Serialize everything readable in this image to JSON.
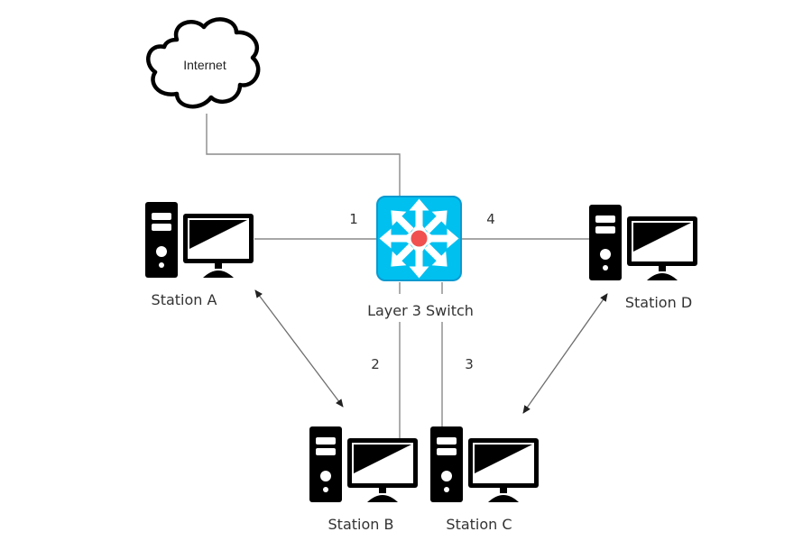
{
  "diagram": {
    "type": "network-topology",
    "colors": {
      "switch_fill": "#00c0f0",
      "switch_border": "#0a9ad0",
      "switch_arrows": "#ffffff",
      "switch_core": "#f05050",
      "device": "#000000",
      "link": "#8a8a8a"
    },
    "cloud": {
      "id": "internet",
      "label": "Internet",
      "icon": "cloud-icon"
    },
    "switch": {
      "id": "l3switch",
      "label": "Layer 3 Switch",
      "icon": "layer3-switch-icon"
    },
    "stations": [
      {
        "id": "A",
        "label": "Station A",
        "icon": "desktop-computer-icon"
      },
      {
        "id": "B",
        "label": "Station B",
        "icon": "desktop-computer-icon"
      },
      {
        "id": "C",
        "label": "Station C",
        "icon": "desktop-computer-icon"
      },
      {
        "id": "D",
        "label": "Station D",
        "icon": "desktop-computer-icon"
      }
    ],
    "links": [
      {
        "from": "internet",
        "to": "l3switch",
        "port": ""
      },
      {
        "from": "l3switch",
        "to": "A",
        "port": "1"
      },
      {
        "from": "l3switch",
        "to": "B",
        "port": "2"
      },
      {
        "from": "l3switch",
        "to": "C",
        "port": "3"
      },
      {
        "from": "l3switch",
        "to": "D",
        "port": "4"
      }
    ],
    "associations": [
      {
        "from": "A",
        "to": "B",
        "style": "double-arrow"
      },
      {
        "from": "D",
        "to": "C",
        "style": "double-arrow"
      }
    ]
  }
}
